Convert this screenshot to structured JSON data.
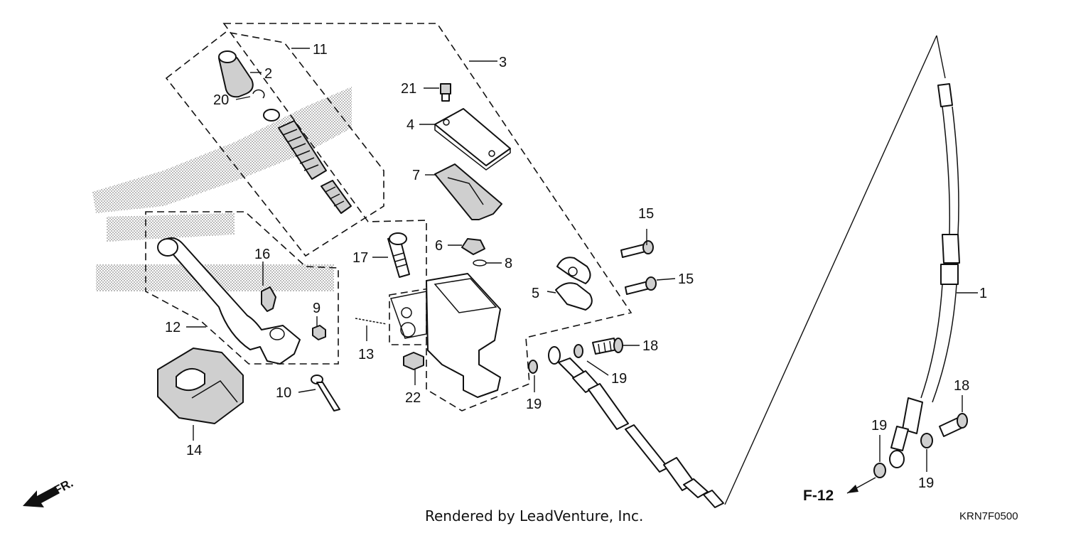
{
  "diagram": {
    "callouts": [
      "1",
      "2",
      "3",
      "4",
      "5",
      "6",
      "7",
      "8",
      "9",
      "10",
      "11",
      "12",
      "13",
      "14",
      "15",
      "15",
      "16",
      "17",
      "18",
      "18",
      "19",
      "19",
      "19",
      "19",
      "20",
      "21",
      "22"
    ],
    "reference": "F-12",
    "direction_label": "FR.",
    "credit": "Rendered by LeadVenture, Inc.",
    "code": "KRN7F0500"
  }
}
